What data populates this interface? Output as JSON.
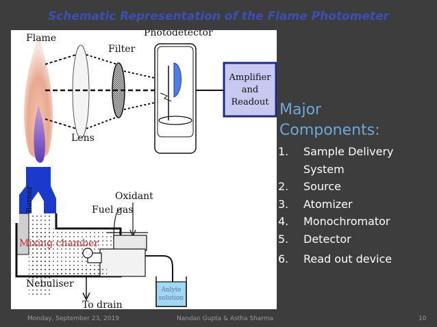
{
  "slide": {
    "title": "Schematic Representation of the Flame Photometer"
  },
  "diagram": {
    "labels": {
      "flame": "Flame",
      "photodetector": "Photodetector",
      "filter": "Filter",
      "lens": "Lens",
      "amplifier_1": "Amplifier",
      "amplifier_2": "and",
      "amplifier_3": "Readout",
      "burner": "Burner",
      "oxidant": "Oxidant",
      "fuel_gas": "Fuel gas",
      "mixing_chamber": "Mixing chamber",
      "nebuliser": "Nebuliser",
      "to_drain": "To drain",
      "analyte_1": "Anlyte",
      "analyte_2": "solution"
    },
    "colors": {
      "burner": "#1a3acb",
      "amplifier_box": "#c7c9f0",
      "flame_outer": "#e8a890",
      "flame_inner": "#6a3fc0",
      "detector_blue": "#4c7fe0",
      "analyte": "#9ed8f2"
    }
  },
  "components": {
    "heading_line1": "Major",
    "heading_line2": "Components:",
    "items": [
      {
        "num": "1.",
        "text": "Sample Delivery"
      },
      {
        "num": "",
        "text": "System"
      },
      {
        "num": "2.",
        "text": "Source"
      },
      {
        "num": "3.",
        "text": "Atomizer"
      },
      {
        "num": "4.",
        "text": "Monochromator"
      },
      {
        "num": "5.",
        "text": "Detector"
      }
    ],
    "last_item": {
      "num": "6.",
      "text": "Read out device"
    }
  },
  "footer": {
    "date": "Monday, September 23, 2019",
    "authors": "Nandan Gupta & Astha Sharma",
    "page": "10"
  }
}
